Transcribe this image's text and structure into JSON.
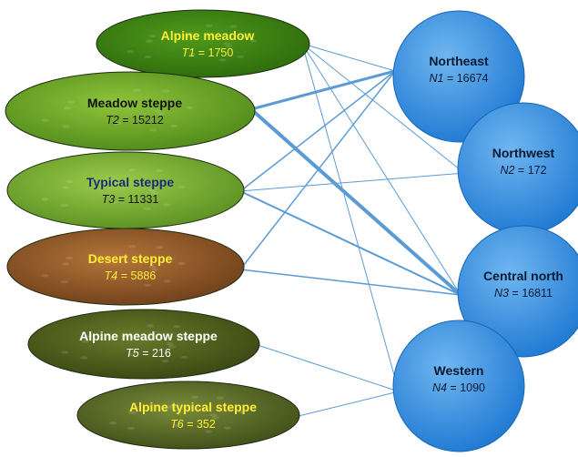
{
  "grassland_types": [
    {
      "name": "Alpine meadow",
      "var": "T1",
      "value": 1750,
      "fill": "#4f9a1c",
      "fill_dark": "#2d6b0c",
      "name_color": "#ffee33",
      "value_color": "#ffee33"
    },
    {
      "name": "Meadow steppe",
      "var": "T2",
      "value": 15212,
      "fill": "#8fc43a",
      "fill_dark": "#4f8a1a",
      "name_color": "#111111",
      "value_color": "#111111"
    },
    {
      "name": "Typical steppe",
      "var": "T3",
      "value": 11331,
      "fill": "#9ccc4a",
      "fill_dark": "#5a8f22",
      "name_color": "#1a2a7a",
      "value_color": "#111111"
    },
    {
      "name": "Desert steppe",
      "var": "T4",
      "value": 5886,
      "fill": "#b5763a",
      "fill_dark": "#6e3f1a",
      "name_color": "#ffee33",
      "value_color": "#ffee33"
    },
    {
      "name": "Alpine meadow steppe",
      "var": "T5",
      "value": 216,
      "fill": "#6a7a2a",
      "fill_dark": "#3a4612",
      "name_color": "#ffffff",
      "value_color": "#ffffff"
    },
    {
      "name": "Alpine typical steppe",
      "var": "T6",
      "value": 352,
      "fill": "#7a8c3a",
      "fill_dark": "#3f4d18",
      "name_color": "#ffee33",
      "value_color": "#ffee33"
    }
  ],
  "regions": [
    {
      "name": "Northeast",
      "var": "N1",
      "value": 16674
    },
    {
      "name": "Northwest",
      "var": "N2",
      "value": 172
    },
    {
      "name": "Central north",
      "var": "N3",
      "value": 16811
    },
    {
      "name": "Western",
      "var": "N4",
      "value": 1090
    }
  ],
  "links": [
    {
      "from": "T1",
      "to": "N1",
      "weight": 1
    },
    {
      "from": "T1",
      "to": "N2",
      "weight": 1
    },
    {
      "from": "T1",
      "to": "N3",
      "weight": 1
    },
    {
      "from": "T1",
      "to": "N4",
      "weight": 1
    },
    {
      "from": "T2",
      "to": "N1",
      "weight": 3
    },
    {
      "from": "T2",
      "to": "N3",
      "weight": 4
    },
    {
      "from": "T3",
      "to": "N1",
      "weight": 1.5
    },
    {
      "from": "T3",
      "to": "N2",
      "weight": 1
    },
    {
      "from": "T3",
      "to": "N3",
      "weight": 2
    },
    {
      "from": "T4",
      "to": "N1",
      "weight": 1.5
    },
    {
      "from": "T4",
      "to": "N3",
      "weight": 1.5
    },
    {
      "from": "T5",
      "to": "N4",
      "weight": 1
    },
    {
      "from": "T6",
      "to": "N4",
      "weight": 1
    }
  ],
  "colors": {
    "link": "#5b9bd5",
    "circle_light": "#6fb6f0",
    "circle_dark": "#1e78d2",
    "circle_text": "#0a1a33"
  }
}
